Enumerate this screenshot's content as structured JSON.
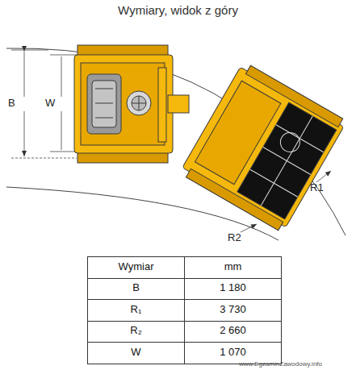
{
  "diagram": {
    "title": "Wymiary, widok z góry",
    "labels": [
      "B",
      "W",
      "R1",
      "R2",
      "Wymiar",
      "mm",
      "B",
      "1 180",
      "R₁",
      "3 730",
      "R₂",
      "2 660",
      "W",
      "1 070",
      "www.EgzaminZawodowy.info"
    ]
  }
}
